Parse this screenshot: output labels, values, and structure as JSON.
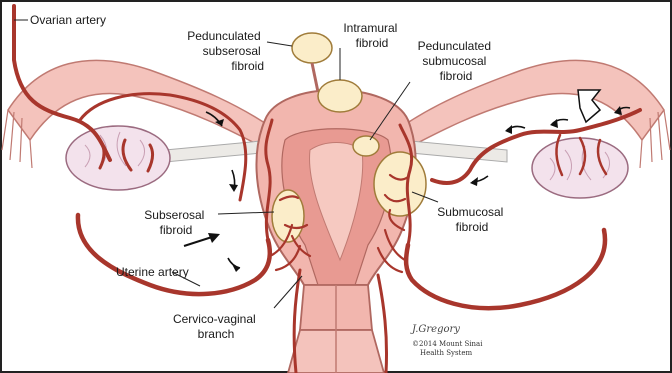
{
  "labels": {
    "ovarian_artery": "Ovarian artery",
    "pedunculated_subserosal": [
      "Pedunculated",
      "subserosal",
      "fibroid"
    ],
    "intramural": [
      "Intramural",
      "fibroid"
    ],
    "pedunculated_submucosal": [
      "Pedunculated",
      "submucosal",
      "fibroid"
    ],
    "subserosal": [
      "Subserosal",
      "fibroid"
    ],
    "submucosal": [
      "Submucosal",
      "fibroid"
    ],
    "uterine_artery": "Uterine artery",
    "cervico_vaginal": [
      "Cervico-vaginal",
      "branch"
    ]
  },
  "credit": {
    "signature": "J.Gregory",
    "line1": "©2014 Mount Sinai",
    "line2": "Health System"
  },
  "colors": {
    "artery": "#a8362c",
    "uterus": "#f2b6ae",
    "uterus_inner": "#e89a92",
    "tube": "#f4c3bc",
    "ovary": "#f3e2ec",
    "fibroid": "#fbedc9",
    "border": "#222222"
  }
}
